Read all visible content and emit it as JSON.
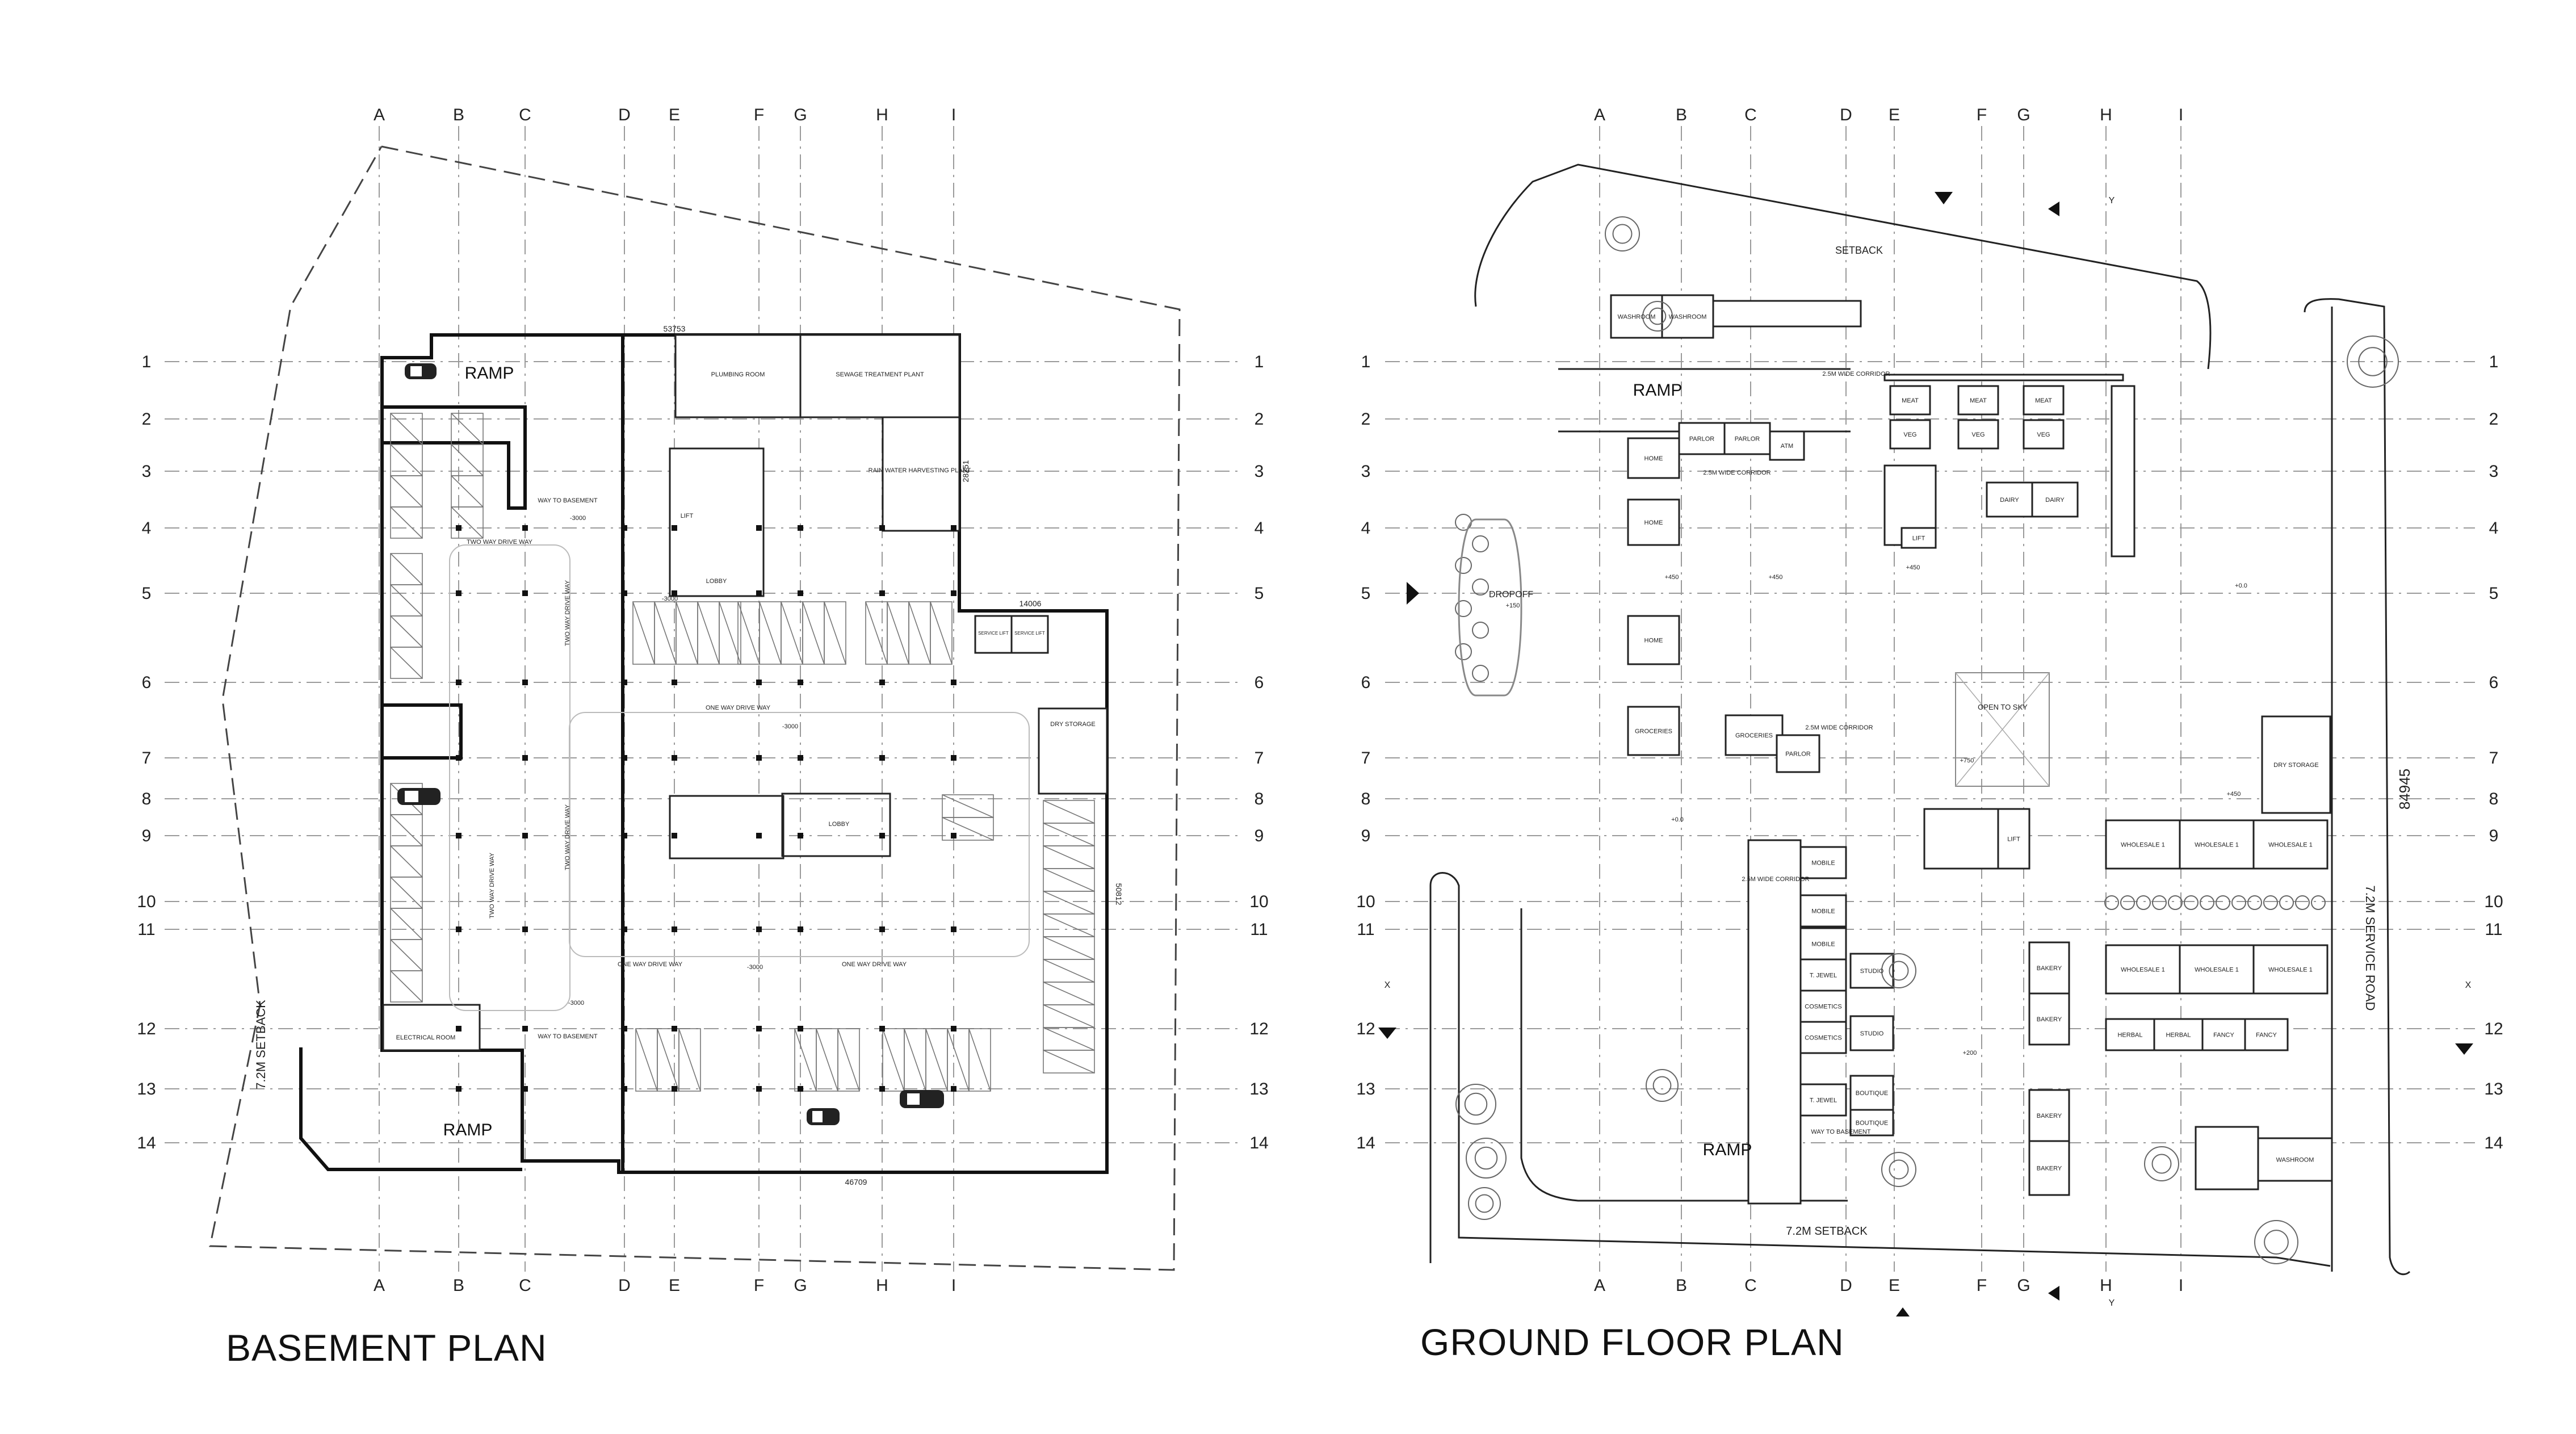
{
  "titles": {
    "basement": "BASEMENT PLAN",
    "ground": "GROUND FLOOR PLAN"
  },
  "grid": {
    "columns": [
      "A",
      "B",
      "C",
      "D",
      "E",
      "F",
      "G",
      "H",
      "I"
    ],
    "rows": [
      "1",
      "2",
      "3",
      "4",
      "5",
      "6",
      "7",
      "8",
      "9",
      "10",
      "11",
      "12",
      "13",
      "14"
    ]
  },
  "basement": {
    "ramp_top": "RAMP",
    "ramp_bottom": "RAMP",
    "setback": "7.2M SETBACK",
    "dim_top": "53753",
    "dim_right_upper": "28251",
    "dim_right_step": "14006",
    "dim_right": "50812",
    "dim_bottom": "46709",
    "rooms": {
      "plumbing": "PLUMBING ROOM",
      "sewage": "SEWAGE TREATMENT PLANT",
      "rain_water": "RAIN WATER HARVESTING PLANT",
      "lobby_top": "LOBBY",
      "lobby_mid": "LOBBY",
      "lift": "LIFT",
      "dry_storage": "DRY STORAGE",
      "electrical": "ELECTRICAL ROOM",
      "service_a": "SERVICE LIFT",
      "service_b": "SERVICE LIFT"
    },
    "drive": {
      "two_way_h": "TWO WAY DRIVE WAY",
      "two_way_v1": "TWO WAY DRIVE WAY",
      "two_way_v2": "TWO WAY DRIVE WAY",
      "two_way_v3": "TWO WAY DRIVE WAY",
      "one_way_1": "ONE WAY DRIVE WAY",
      "one_way_2": "ONE WAY DRIVE WAY",
      "one_way_3": "ONE WAY DRIVE WAY",
      "way_to_basement_1": "WAY TO BASEMENT",
      "way_to_basement_2": "WAY TO BASEMENT"
    },
    "levels": {
      "l1": "-3000",
      "l2": "-3000",
      "l3": "-3000",
      "l4": "-3000",
      "l5": "-3000"
    }
  },
  "ground": {
    "ramp_top": "RAMP",
    "ramp_bottom": "RAMP",
    "setback_top": "SETBACK",
    "setback_bottom": "7.2M SETBACK",
    "service_road": "7.2M SERVICE ROAD",
    "dim_right": "84945",
    "dropoff": "DROPOFF",
    "dropoff_level": "+150",
    "open_to_sky": "OPEN TO SKY",
    "markers": {
      "x": "X",
      "y": "Y"
    },
    "rooms": {
      "washroom_top_a": "WASHROOM",
      "washroom_top_b": "WASHROOM",
      "washroom_bottom": "WASHROOM",
      "dry_storage": "DRY STORAGE",
      "home_1": "HOME",
      "home_2": "HOME",
      "home_3": "HOME",
      "groceries_1": "GROCERIES",
      "groceries_2": "GROCERIES",
      "parlor_1": "PARLOR",
      "parlor_2": "PARLOR",
      "parlor_3": "PARLOR",
      "atm": "ATM",
      "meat_1": "MEAT",
      "meat_2": "MEAT",
      "meat_3": "MEAT",
      "veg_1": "VEG",
      "veg_2": "VEG",
      "veg_3": "VEG",
      "dairy_1": "DAIRY",
      "dairy_2": "DAIRY",
      "wholesale_1": "WHOLESALE 1",
      "wholesale_2": "WHOLESALE 1",
      "wholesale_3": "WHOLESALE 1",
      "wholesale_4": "WHOLESALE 1",
      "wholesale_5": "WHOLESALE 1",
      "wholesale_6": "WHOLESALE 1",
      "herbal_1": "HERBAL",
      "herbal_2": "HERBAL",
      "fancy_1": "FANCY",
      "fancy_2": "FANCY",
      "mobile_1": "MOBILE",
      "mobile_2": "MOBILE",
      "mobile_3": "MOBILE",
      "jewel_1": "T. JEWEL",
      "jewel_2": "T. JEWEL",
      "cosmetics_1": "COSMETICS",
      "cosmetics_2": "COSMETICS",
      "studio_1": "STUDIO",
      "studio_2": "STUDIO",
      "boutique_1": "BOUTIQUE",
      "boutique_2": "BOUTIQUE",
      "bakery_1": "BAKERY",
      "bakery_2": "BAKERY",
      "bakery_3": "BAKERY",
      "bakery_4": "BAKERY",
      "lift_1": "LIFT",
      "lift_2": "LIFT",
      "corridor_1": "2.5M WIDE CORRIDOR",
      "corridor_2": "2.5M WIDE CORRIDOR",
      "corridor_3": "2.5M WIDE CORRIDOR",
      "corridor_4": "2.5M WIDE CORRIDOR",
      "way_to_basement": "WAY TO BASEMENT"
    },
    "levels": {
      "l1": "+450",
      "l2": "+450",
      "l3": "+450",
      "l4": "+450",
      "l5": "+0.0",
      "l6": "+0.0",
      "l7": "+750",
      "l8": "+200"
    }
  }
}
